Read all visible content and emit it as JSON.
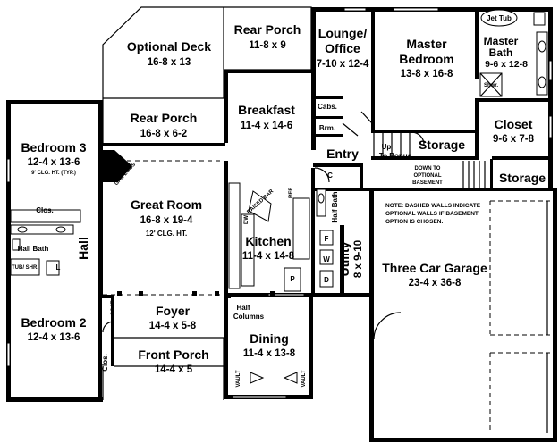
{
  "rooms": {
    "optional_deck": {
      "name": "Optional Deck",
      "dim": "16-8 x 13"
    },
    "rear_porch_top": {
      "name": "Rear Porch",
      "dim": "11-8 x 9"
    },
    "lounge": {
      "name1": "Lounge/",
      "name2": "Office",
      "dim": "7-10 x 12-4"
    },
    "master_bedroom": {
      "name1": "Master",
      "name2": "Bedroom",
      "dim": "13-8 x 16-8"
    },
    "master_bath": {
      "name1": "Master",
      "name2": "Bath",
      "dim": "9-6 x 12-8"
    },
    "rear_porch_mid": {
      "name": "Rear Porch",
      "dim": "16-8 x 6-2"
    },
    "breakfast": {
      "name": "Breakfast",
      "dim": "11-4 x 14-6"
    },
    "closet": {
      "name": "Closet",
      "dim": "9-6 x 7-8"
    },
    "bedroom3": {
      "name": "Bedroom 3",
      "dim": "12-4 x 13-6",
      "note": "9' CLG. HT. (TYP.)"
    },
    "great_room": {
      "name": "Great Room",
      "dim": "16-8 x 19-4",
      "note": "12' CLG. HT."
    },
    "kitchen": {
      "name": "Kitchen",
      "dim": "11-4 x 14-8"
    },
    "utility": {
      "name": "Utility",
      "dim": "8 x 9-10"
    },
    "garage": {
      "name": "Three Car Garage",
      "dim": "23-4 x 36-8"
    },
    "foyer": {
      "name": "Foyer",
      "dim": "14-4 x 5-8"
    },
    "bedroom2": {
      "name": "Bedroom 2",
      "dim": "12-4 x 13-6"
    },
    "dining": {
      "name": "Dining",
      "dim": "11-4 x 13-8"
    },
    "front_porch": {
      "name": "Front Porch",
      "dim": "14-4 x 5"
    }
  },
  "labels": {
    "jet_tub": "Jet Tub",
    "shwr": "Shwr.",
    "cabs": "Cabs.",
    "brm": "Brm.",
    "entry": "Entry",
    "storage_upper": "Storage",
    "storage_lower": "Storage",
    "up_to_bonus1": "Up",
    "up_to_bonus2": "To Bonus",
    "down_to_basement1": "DOWN TO",
    "down_to_basement2": "OPTIONAL",
    "down_to_basement3": "BASEMENT",
    "gas_logs": "GAS LOGS",
    "raised_bar": "RAISED BAR",
    "dw": "DW",
    "ref": "REF",
    "c": "C",
    "half_bath_right": "Half Bath",
    "clos_bed3": "Clos.",
    "hall_bath": "Hall Bath",
    "tub_shr": "TUB/ SHR.",
    "l": "L",
    "hall": "Hall",
    "coat": "COAT",
    "clos_bed2": "Clos.",
    "p": "P",
    "f": "F",
    "w": "W",
    "d": "D",
    "half_columns1": "Half",
    "half_columns2": "Columns",
    "vault_left": "VAULT",
    "vault_right": "VAULT",
    "note1": "NOTE: DASHED WALLS INDICATE",
    "note2": "OPTIONAL WALLS IF BASEMENT",
    "note3": "OPTION IS CHOSEN."
  }
}
